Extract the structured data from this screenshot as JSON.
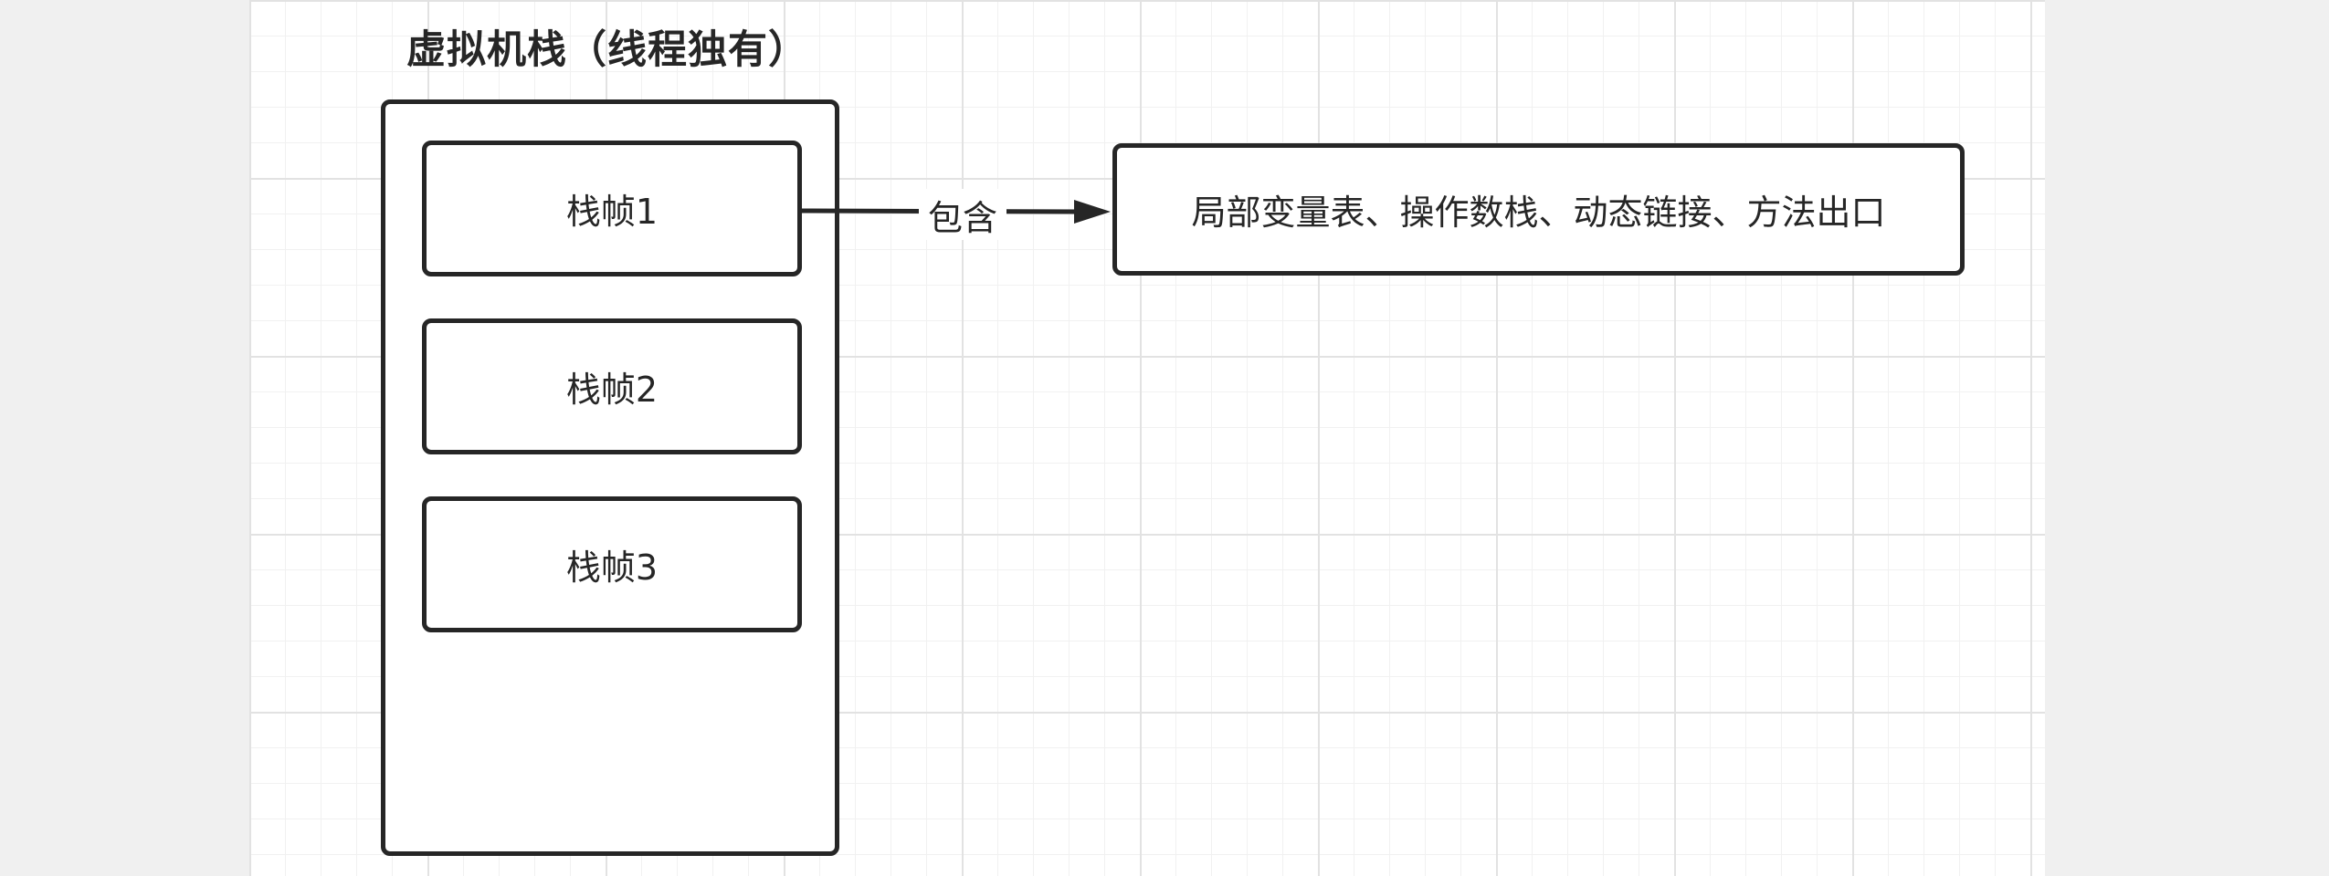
{
  "diagram": {
    "title": "虚拟机栈（线程独有）",
    "frames": [
      "栈帧1",
      "栈帧2",
      "栈帧3"
    ],
    "edge_label": "包含",
    "target_label": "局部变量表、操作数栈、动态链接、方法出口"
  }
}
